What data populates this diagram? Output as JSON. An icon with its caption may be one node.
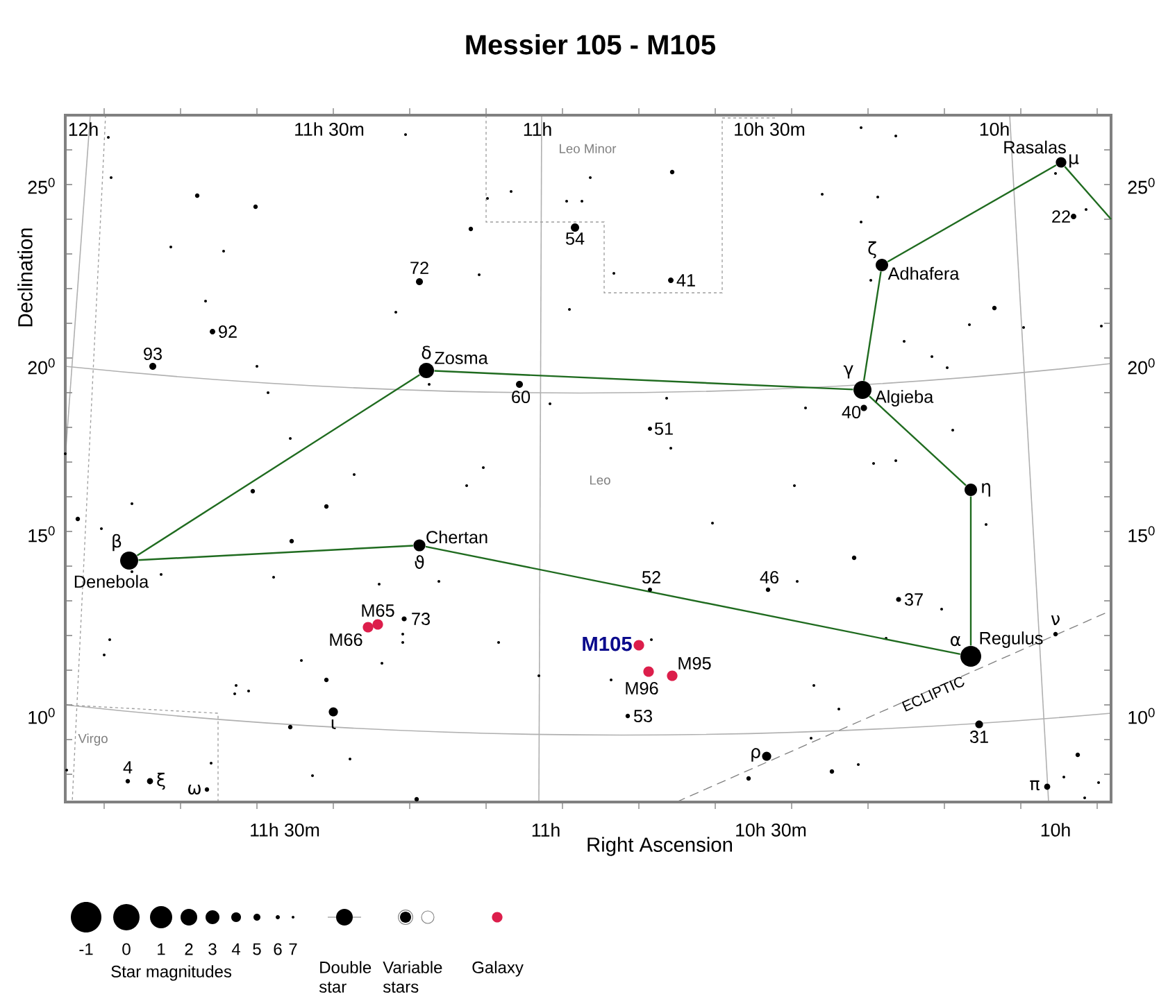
{
  "diagram": {
    "title": "Messier 105 - M105",
    "nodes": [
      {
        "text": [],
        "shape": "circle",
        "beside": [
          "Rasalas",
          "μ"
        ]
      },
      {
        "text": [],
        "shape": "circle",
        "beside": [
          "ζ",
          "Adhafera"
        ]
      },
      {
        "text": [],
        "shape": "circle",
        "beside": [
          "δ",
          "Zosma"
        ]
      },
      {
        "text": [],
        "shape": "circle",
        "beside": [
          "γ",
          "Algieba"
        ]
      },
      {
        "text": [],
        "shape": "circle",
        "beside": [
          "η"
        ]
      },
      {
        "text": [],
        "shape": "circle",
        "beside": [
          "β",
          "Denebola"
        ]
      },
      {
        "text": [],
        "shape": "circle",
        "beside": [
          "Chertan",
          "ϑ"
        ]
      },
      {
        "text": [],
        "shape": "circle",
        "beside": [
          "α",
          "Regulus"
        ]
      }
    ],
    "edges": [
      {
        "from": 0,
        "to": 1,
        "arrow": "none"
      },
      {
        "from": 1,
        "to": 3,
        "arrow": "none"
      },
      {
        "from": 2,
        "to": 3,
        "arrow": "none"
      },
      {
        "from": 5,
        "to": 2,
        "arrow": "none"
      },
      {
        "from": 5,
        "to": 6,
        "arrow": "none"
      },
      {
        "from": 6,
        "to": 7,
        "arrow": "none"
      },
      {
        "from": 3,
        "to": 4,
        "arrow": "none"
      },
      {
        "from": 4,
        "to": 7,
        "arrow": "none"
      },
      {
        "from": 0,
        "to": null,
        "arrow": "none"
      }
    ],
    "labels": [
      "12h",
      "11h 30m",
      "11h",
      "10h 30m",
      "10h",
      "Leo Minor",
      "25$^{0}$",
      "25$^{0}$",
      "22",
      "54",
      "72",
      "41",
      "Declination",
      "93",
      "92",
      "20$^{0}$",
      "20$^{0}$",
      "60",
      "40",
      "51",
      "Leo",
      "15$^{0}$",
      "15$^{0}$",
      "M65",
      "73",
      "52",
      "46",
      "37",
      "ν",
      "M66",
      "M105",
      "M95",
      "M96",
      "ECLIPTIC",
      "10$^{0}$",
      "Virgo",
      "ι",
      "53",
      "31",
      "10$^{0}$",
      "4",
      "ξ",
      "ω",
      "ρ",
      "π",
      "11h 30m",
      "11h",
      "10h 30m",
      "10h",
      "Right Ascension",
      "-1",
      "0",
      "1",
      "2",
      "3",
      "4",
      "5",
      "6",
      "7"
    ],
    "legend": [
      {
        "text": "Star magnitudes"
      },
      {
        "text": "Double star"
      },
      {
        "text": "Variable stars"
      },
      {
        "text": "Galaxy",
        "color": "#dc1e4b"
      }
    ]
  }
}
